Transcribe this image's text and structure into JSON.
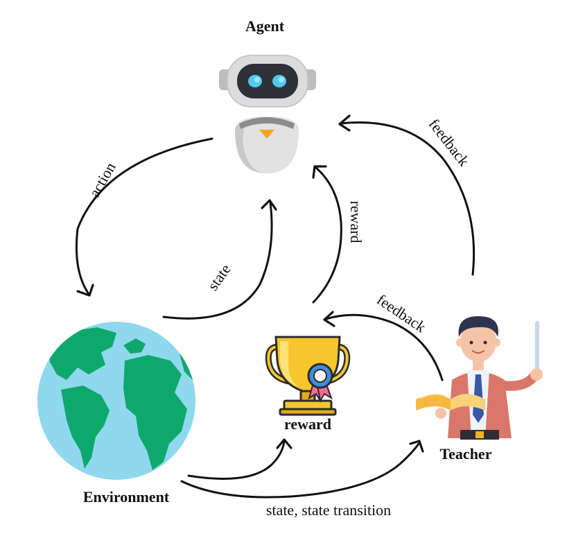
{
  "nodes": {
    "agent": {
      "label": "Agent",
      "icon": "robot-icon"
    },
    "environment": {
      "label": "Environment",
      "icon": "globe-icon"
    },
    "reward": {
      "label": "reward",
      "icon": "trophy-icon"
    },
    "teacher": {
      "label": "Teacher",
      "icon": "teacher-icon"
    }
  },
  "edges": {
    "action": "action",
    "state": "state",
    "reward": "reward",
    "feedback_agent": "feedback",
    "feedback_reward": "feedback",
    "state_transition": "state, state transition"
  },
  "colors": {
    "ocean": "#8fd8ee",
    "land": "#0fa86c",
    "trophy": "#f7c62f",
    "robot_body": "#dcdcdc",
    "robot_eye": "#52c8f0",
    "teacher_jacket": "#d9776a"
  }
}
